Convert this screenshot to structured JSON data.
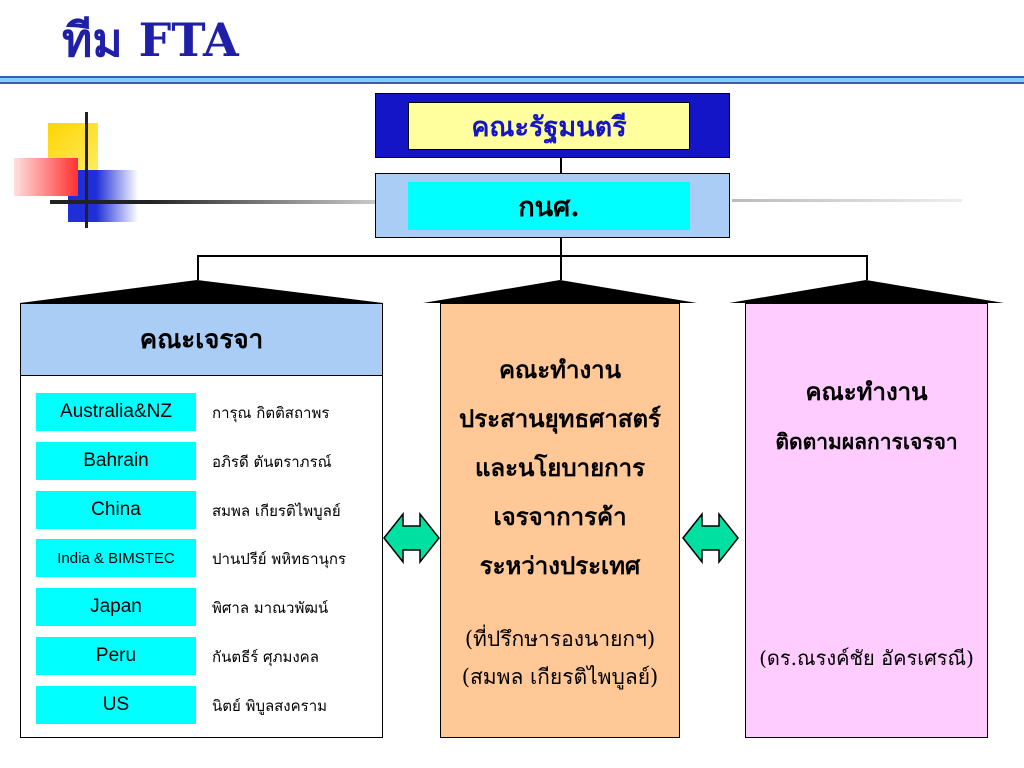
{
  "title": "ทีม FTA",
  "cabinet": {
    "label": "คณะรัฐมนตรี"
  },
  "committee": {
    "label": "กนศ."
  },
  "negotiation": {
    "heading": "คณะเจรจา",
    "rows": [
      {
        "country": "Australia&NZ",
        "person": "การุณ กิตติสถาพร"
      },
      {
        "country": "Bahrain",
        "person": "อภิรดี ตันตราภรณ์"
      },
      {
        "country": "China",
        "person": "สมพล เกียรติไพบูลย์"
      },
      {
        "country": "India & BIMSTEC",
        "person": "ปานปรีย์ พหิทธานุกร"
      },
      {
        "country": "Japan",
        "person": "พิศาล มาณวพัฒน์"
      },
      {
        "country": "Peru",
        "person": "กันตธีร์ ศุภมงคล"
      },
      {
        "country": "US",
        "person": "นิตย์ พิบูลสงคราม"
      }
    ]
  },
  "strategy": {
    "lines": [
      "คณะทำงาน",
      "ประสานยุทธศาสตร์",
      "และนโยบายการ",
      "เจรจาการค้า",
      "ระหว่างประเทศ"
    ],
    "note_lines": [
      "(ที่ปรึกษารองนายกฯ)",
      "(สมพล เกียรติไพบูลย์)"
    ]
  },
  "monitoring": {
    "heading": "คณะทำงาน",
    "subheading": "ติดตามผลการเจรจา",
    "note": "(ดร.ณรงค์ชัย อัครเศรณี)"
  },
  "colors": {
    "title": "#1f1fa8",
    "cabinet_outer": "#1515c8",
    "cabinet_inner": "#ffff9e",
    "committee_outer": "#a9cdf5",
    "committee_inner": "#00ffff",
    "strategy_fill": "#ffc896",
    "monitoring_fill": "#ffccff",
    "country_fill": "#00ffff",
    "arrow_fill": "#00e0a0"
  }
}
